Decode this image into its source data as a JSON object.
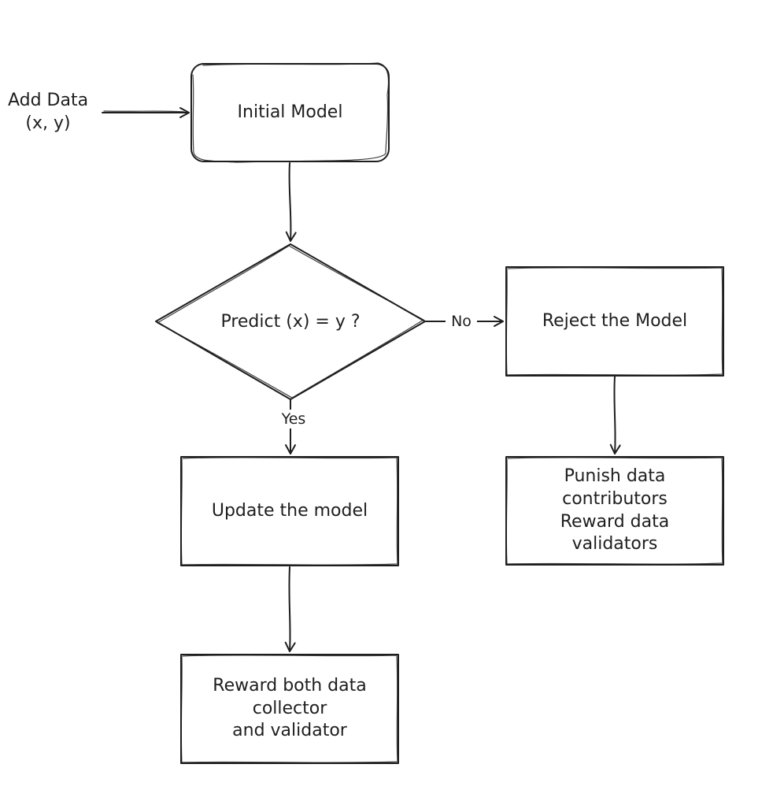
{
  "diagram": {
    "input": {
      "text": "Add Data\n(x, y)"
    },
    "nodes": {
      "initial_model": {
        "text": "Initial Model"
      },
      "decision": {
        "text": "Predict (x) = y ?"
      },
      "reject": {
        "text": "Reject the Model"
      },
      "update": {
        "text": "Update the model"
      },
      "punish": {
        "text": "Punish data\ncontributors\nReward data\nvalidators"
      },
      "reward_both": {
        "text": "Reward both data\ncollector\nand validator"
      }
    },
    "edges": {
      "no": {
        "text": "No"
      },
      "yes": {
        "text": "Yes"
      }
    },
    "colors": {
      "stroke": "#1e1e1e",
      "background": "#ffffff"
    }
  }
}
